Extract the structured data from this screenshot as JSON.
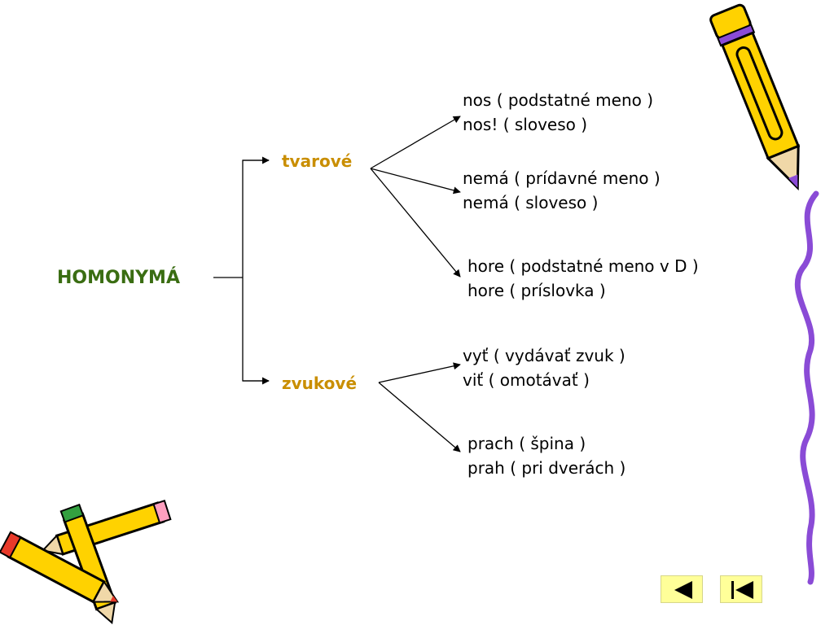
{
  "diagram": {
    "root": "HOMONYMÁ",
    "categories": [
      {
        "label": "tvarové",
        "pairs": [
          [
            "nos ( podstatné meno )",
            "nos! ( sloveso )"
          ],
          [
            "nemá ( prídavné meno )",
            "nemá ( sloveso )"
          ],
          [
            "hore ( podstatné meno v D )",
            "hore ( príslovka )"
          ]
        ]
      },
      {
        "label": "zvukové",
        "pairs": [
          [
            "vyť ( vydávať zvuk )",
            "viť ( omotávať )"
          ],
          [
            "prach ( špina )",
            "prah ( pri dverách )"
          ]
        ]
      }
    ]
  },
  "navigation": {
    "previous_icon": "triangle-left-icon",
    "first_icon": "skip-to-first-icon"
  },
  "colors": {
    "root": "#3a6d12",
    "category": "#c98e00",
    "nav_button": "#ffff99",
    "pencil_body": "#ffd200",
    "pencil_accent": "#8a4bd6"
  }
}
